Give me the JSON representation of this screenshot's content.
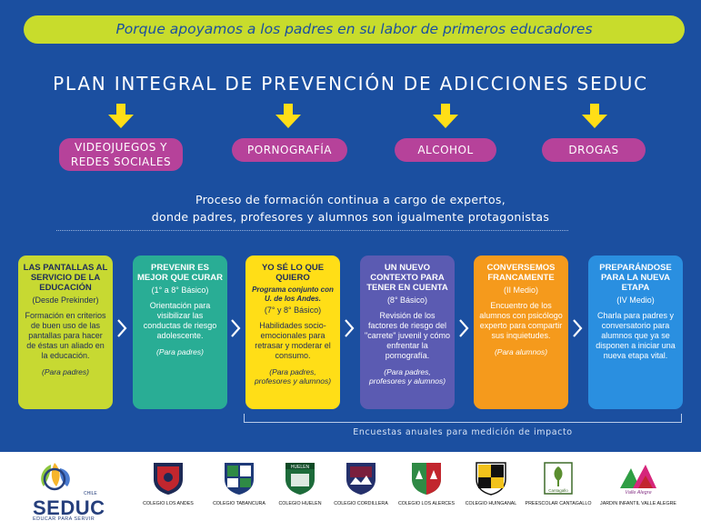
{
  "tagline": "Porque apoyamos a los padres en su labor de primeros educadores",
  "title": "PLAN INTEGRAL DE PREVENCIÓN DE ADICCIONES SEDUC",
  "topics": [
    {
      "line1": "VIDEOJUEGOS Y",
      "line2": "REDES SOCIALES"
    },
    {
      "label": "PORNOGRAFÍA"
    },
    {
      "label": "ALCOHOL"
    },
    {
      "label": "DROGAS"
    }
  ],
  "process": {
    "line1": "Proceso de formación continua a cargo de expertos,",
    "line2": "donde padres, profesores y alumnos son igualmente protagonistas"
  },
  "stages": [
    {
      "title": "LAS PANTALLAS AL SERVICIO DE LA EDUCACIÓN",
      "grade": "(Desde Prekinder)",
      "body": "Formación en criterios de buen uso de las pantallas para hacer de éstas un aliado en la educación.",
      "audience": "(Para padres)"
    },
    {
      "title": "PREVENIR ES MEJOR QUE CURAR",
      "grade": "(1° a 8° Básico)",
      "body": "Orientación para visibilizar las conductas de riesgo adolescente.",
      "audience": "(Para padres)"
    },
    {
      "title": "YO SÉ LO QUE QUIERO",
      "subtitle": "Programa conjunto con U. de los Andes.",
      "grade": "(7° y 8° Básico)",
      "body": "Habilidades socio-emocionales para retrasar y moderar el consumo.",
      "audience": "(Para padres, profesores y alumnos)"
    },
    {
      "title": "UN NUEVO CONTEXTO PARA TENER EN CUENTA",
      "grade": "(8° Básico)",
      "body": "Revisión de los factores de riesgo del \"carrete\" juvenil y cómo enfrentar la pornografía.",
      "audience": "(Para padres, profesores y alumnos)"
    },
    {
      "title": "CONVERSEMOS FRANCAMENTE",
      "grade": "(II Medio)",
      "body": "Encuentro de los alumnos con psicólogo experto para compartir sus inquietudes.",
      "audience": "(Para alumnos)"
    },
    {
      "title": "PREPARÁNDOSE PARA LA NUEVA ETAPA",
      "grade": "(IV Medio)",
      "body": "Charla para padres y conversatorio para alumnos que ya se disponen a iniciar una nueva etapa vital.",
      "audience": ""
    }
  ],
  "survey": "Encuestas anuales para medición de impacto",
  "brand": {
    "name": "SEDUC",
    "country": "CHILE",
    "slogan": "EDUCAR PARA SERVIR"
  },
  "schools": [
    {
      "name": "COLEGIO LOS ANDES"
    },
    {
      "name": "COLEGIO TABANCURA"
    },
    {
      "name": "COLEGIO HUELEN",
      "crest_text": "HUELEN"
    },
    {
      "name": "COLEGIO CORDILLERA"
    },
    {
      "name": "COLEGIO LOS ALERCES"
    },
    {
      "name": "COLEGIO HUINGANAL"
    },
    {
      "name": "PREESCOLAR CANTAGALLO",
      "crest_text": "Cantagallo"
    },
    {
      "name": "JARDIN INFANTIL VALLE ALEGRE",
      "crest_text": "Valle Alegre"
    }
  ],
  "colors": {
    "background": "#1b4fa0",
    "tagline_bg": "#c8dc2c",
    "pill": "#b6429a",
    "arrow": "#ffde17",
    "stages": [
      "#c7d932",
      "#29ad95",
      "#ffde17",
      "#5b5bb2",
      "#f59a1c",
      "#2a8fe0"
    ]
  }
}
